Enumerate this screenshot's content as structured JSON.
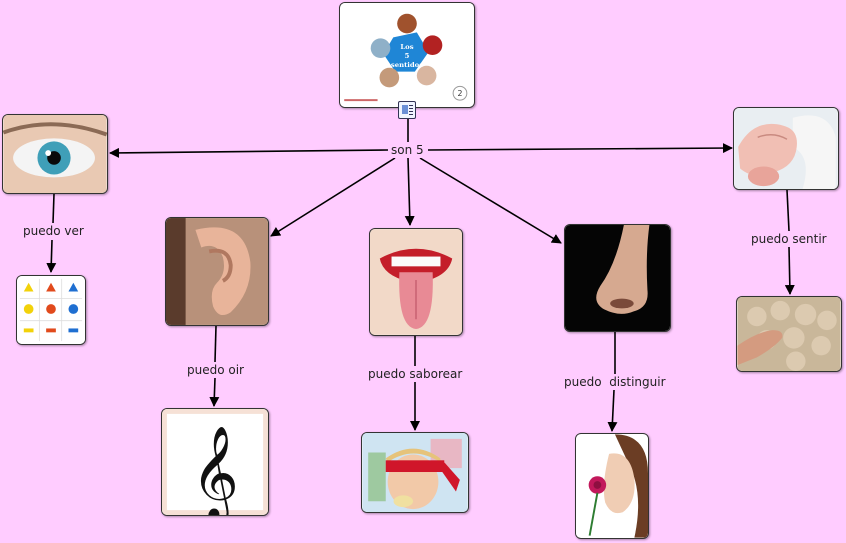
{
  "center_node": {
    "title_lines": [
      "Los",
      "5",
      "sentidos"
    ],
    "page_badge": "2",
    "link_text": "son 5"
  },
  "senses": [
    {
      "sense": "vista",
      "label": "puedo ver",
      "image": "eye-image",
      "example_image": "colored-shapes-grid-image"
    },
    {
      "sense": "oido",
      "label": "puedo oir",
      "image": "ear-image",
      "example_image": "treble-clef-image"
    },
    {
      "sense": "gusto",
      "label": "puedo saborear",
      "image": "mouth-tongue-image",
      "example_image": "blindfolded-girl-tasting-image"
    },
    {
      "sense": "olfato",
      "label": "puedo  distinguir",
      "image": "nose-image",
      "example_image": "girl-smelling-rose-image"
    },
    {
      "sense": "tacto",
      "label": "puedo sentir",
      "image": "hand-image",
      "example_image": "hand-touching-wool-image"
    }
  ],
  "colors": {
    "background": "#ffccff",
    "arrow": "#000000",
    "node_border": "#333333"
  }
}
